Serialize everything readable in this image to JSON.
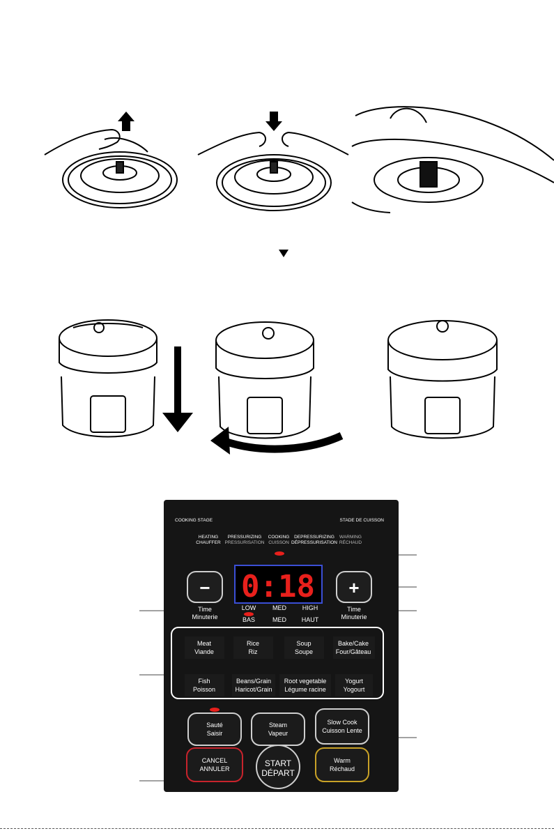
{
  "panel": {
    "cooking_stage_en": "COOKING STAGE",
    "cooking_stage_fr": "STADE DE CUISSON",
    "stages": [
      {
        "en": "HEATING",
        "fr": "CHAUFFER"
      },
      {
        "en": "PRESSURIZING",
        "fr": "PRESSURISATION"
      },
      {
        "en": "COOKING",
        "fr": "CUISSON"
      },
      {
        "en": "DEPRESSURIZING",
        "fr": "DÉPRESSURISATION"
      },
      {
        "en": "WARMING",
        "fr": "RÉCHAUD"
      }
    ],
    "display": "0:18",
    "minus_symbol": "−",
    "plus_symbol": "+",
    "time_minus": {
      "en": "Time",
      "fr": "Minuterie"
    },
    "time_plus": {
      "en": "Time",
      "fr": "Minuterie"
    },
    "pressure_levels_en": [
      "LOW",
      "MED",
      "HIGH"
    ],
    "pressure_levels_fr": [
      "BAS",
      "MED",
      "HAUT"
    ],
    "programs": [
      {
        "en": "Meat",
        "fr": "Viande"
      },
      {
        "en": "Rice",
        "fr": "Riz"
      },
      {
        "en": "Soup",
        "fr": "Soupe"
      },
      {
        "en": "Bake/Cake",
        "fr": "Four/Gâteau"
      },
      {
        "en": "Fish",
        "fr": "Poisson"
      },
      {
        "en": "Beans/Grain",
        "fr": "Haricot/Grain"
      },
      {
        "en": "Root vegetable",
        "fr": "Légume racine"
      },
      {
        "en": "Yogurt",
        "fr": "Yogourt"
      }
    ],
    "saute": {
      "en": "Sauté",
      "fr": "Saisir"
    },
    "steam": {
      "en": "Steam",
      "fr": "Vapeur"
    },
    "slow_cook": {
      "en": "Slow Cook",
      "fr": "Cuisson Lente"
    },
    "cancel": {
      "en": "CANCEL",
      "fr": "ANNULER"
    },
    "start": {
      "en": "START",
      "fr": "DÉPART"
    },
    "warm": {
      "en": "Warm",
      "fr": "Réchaud"
    }
  },
  "colors": {
    "panel_bg": "#151515",
    "led_red": "#e8201c",
    "display_border": "#3b4fd6",
    "cancel_border": "#c8232c",
    "warm_border": "#c9a227",
    "button_border": "#cfcfcf"
  }
}
